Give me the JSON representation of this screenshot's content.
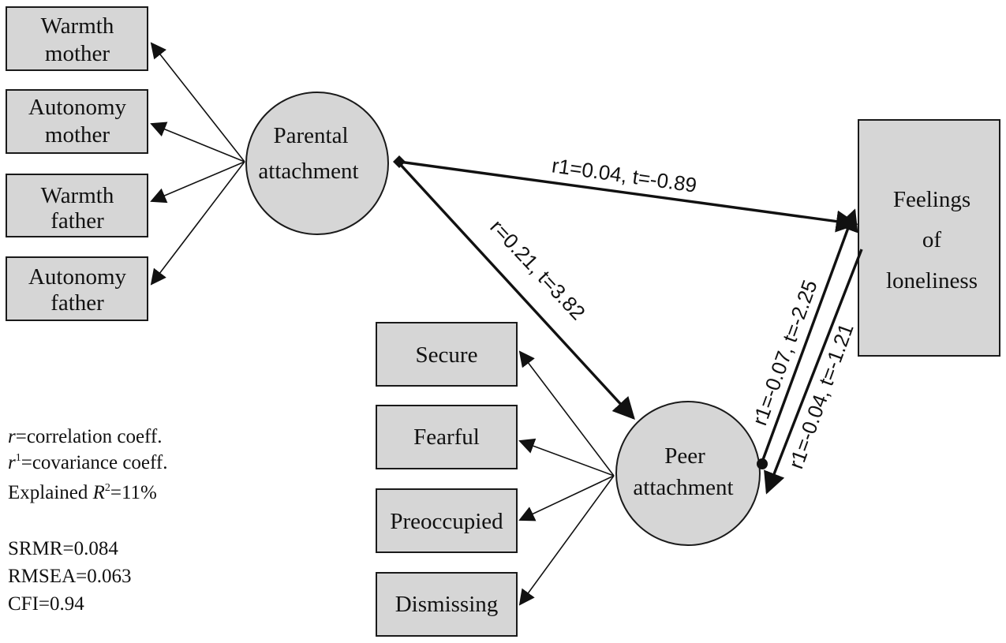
{
  "indicators_parental": [
    {
      "line1": "Warmth",
      "line2": "mother"
    },
    {
      "line1": "Autonomy",
      "line2": "mother"
    },
    {
      "line1": "Warmth",
      "line2": "father"
    },
    {
      "line1": "Autonomy",
      "line2": "father"
    }
  ],
  "indicators_peer": [
    {
      "label": "Secure"
    },
    {
      "label": "Fearful"
    },
    {
      "label": "Preoccupied"
    },
    {
      "label": "Dismissing"
    }
  ],
  "latent": {
    "parental": {
      "line1": "Parental",
      "line2": "attachment"
    },
    "peer": {
      "line1": "Peer",
      "line2": "attachment"
    }
  },
  "outcome": {
    "line1": "Feelings",
    "line2": "of",
    "line3": "loneliness"
  },
  "paths": {
    "parental_to_loneliness": "r1=0.04, t=-0.89",
    "parental_to_peer": "r=0.21, t=3.82",
    "peer_to_loneliness": "r1=-0.07, t=-2.25",
    "loneliness_to_peer": "r1=-0.04, t=-1.21"
  },
  "legend": {
    "r_symbol": "r",
    "r_text": "=correlation coeff.",
    "r1_symbol": "r",
    "r1_sup": "1",
    "r1_text": "=covariance coeff.",
    "explained_prefix": "Explained ",
    "explained_symbol": "R",
    "explained_sup": "2",
    "explained_value": "=11%",
    "srmr": "SRMR=0.084",
    "rmsea": "RMSEA=0.063",
    "cfi": "CFI=0.94"
  }
}
